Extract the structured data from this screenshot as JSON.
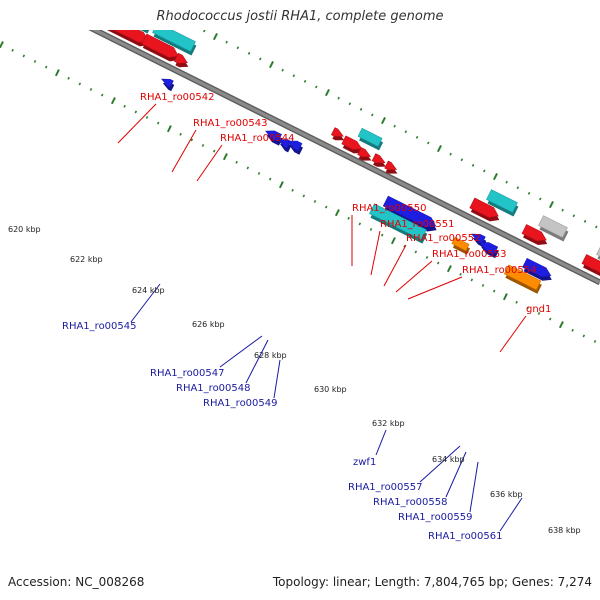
{
  "title": "Rhodococcus jostii RHA1, complete genome",
  "footer": {
    "accession": "Accession: NC_008268",
    "topology": "Topology: linear; Length: 7,804,765 bp; Genes: 7,274"
  },
  "colors": {
    "label_top": "#e00000",
    "label_bottom": "#1a1aa0",
    "backbone": "#8a8a8a",
    "ticks": "#2e7d2e",
    "cyan": "#22c4c8",
    "red": "#e8141e",
    "blue": "#1e1ee0",
    "orange": "#ff8c00",
    "gray": "#c4c4c4",
    "purple": "#7a5ccc"
  },
  "scale_labels": [
    "620 kbp",
    "622 kbp",
    "624 kbp",
    "626 kbp",
    "628 kbp",
    "630 kbp",
    "632 kbp",
    "634 kbp",
    "636 kbp",
    "638 kbp"
  ],
  "top_labels": [
    "RHA1_ro00542",
    "RHA1_ro00543",
    "RHA1_ro00544",
    "RHA1_ro00550",
    "RHA1_ro00551",
    "RHA1_ro00552",
    "RHA1_ro00553",
    "RHA1_ro00554",
    "gnd1"
  ],
  "bottom_labels": [
    "RHA1_ro00545",
    "RHA1_ro00547",
    "RHA1_ro00548",
    "RHA1_ro00549",
    "zwf1",
    "RHA1_ro00557",
    "RHA1_ro00558",
    "RHA1_ro00559",
    "RHA1_ro00561"
  ]
}
